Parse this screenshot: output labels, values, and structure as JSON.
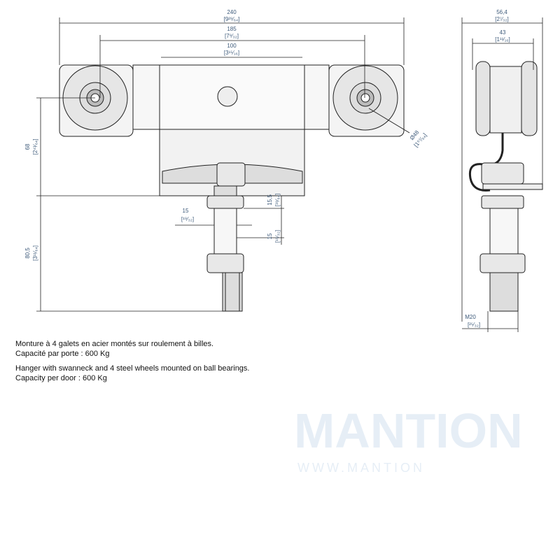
{
  "watermark": {
    "brand": "MANTION",
    "url": "WWW.MANTION"
  },
  "dimensions": {
    "overall_width": {
      "value": "240",
      "inch": "[9²⁹⁄₆₄]"
    },
    "wheel_spacing": {
      "value": "185",
      "inch": "[7⁹⁄₃₂]"
    },
    "body_width": {
      "value": "100",
      "inch": "[3¹⁵⁄₁₆]"
    },
    "upper_height": {
      "value": "68",
      "inch": "[2⁴³⁄₆₄]"
    },
    "stud_length": {
      "value": "80,5",
      "inch": "[3¹¹⁄₆₄]"
    },
    "stud_width": {
      "value": "15",
      "inch": "[¹⁹⁄₃₂]"
    },
    "nut_height": {
      "value": "15,5",
      "inch": "[³⁹⁄₆₄]"
    },
    "flat_height": {
      "value": "15",
      "inch": "[¹⁹⁄₃₂]"
    },
    "wheel_diameter": {
      "value": "Ø48",
      "inch": "[1⁵⁷⁄₆₄]"
    },
    "side_width": {
      "value": "56,4",
      "inch": "[2⁷⁄₃₂]"
    },
    "wheel_track": {
      "value": "43",
      "inch": "[1¹¹⁄₁₆]"
    },
    "thread": {
      "value": "M20",
      "inch": "[²⁵⁄₃₂]"
    }
  },
  "description": {
    "fr_line1": "Monture à 4 galets en acier montés sur roulement à billes.",
    "fr_line2": "Capacité par porte : 600 Kg",
    "en_line1": "Hanger with swanneck and 4 steel wheels mounted on ball bearings.",
    "en_line2": "Capacity per door : 600 Kg"
  }
}
